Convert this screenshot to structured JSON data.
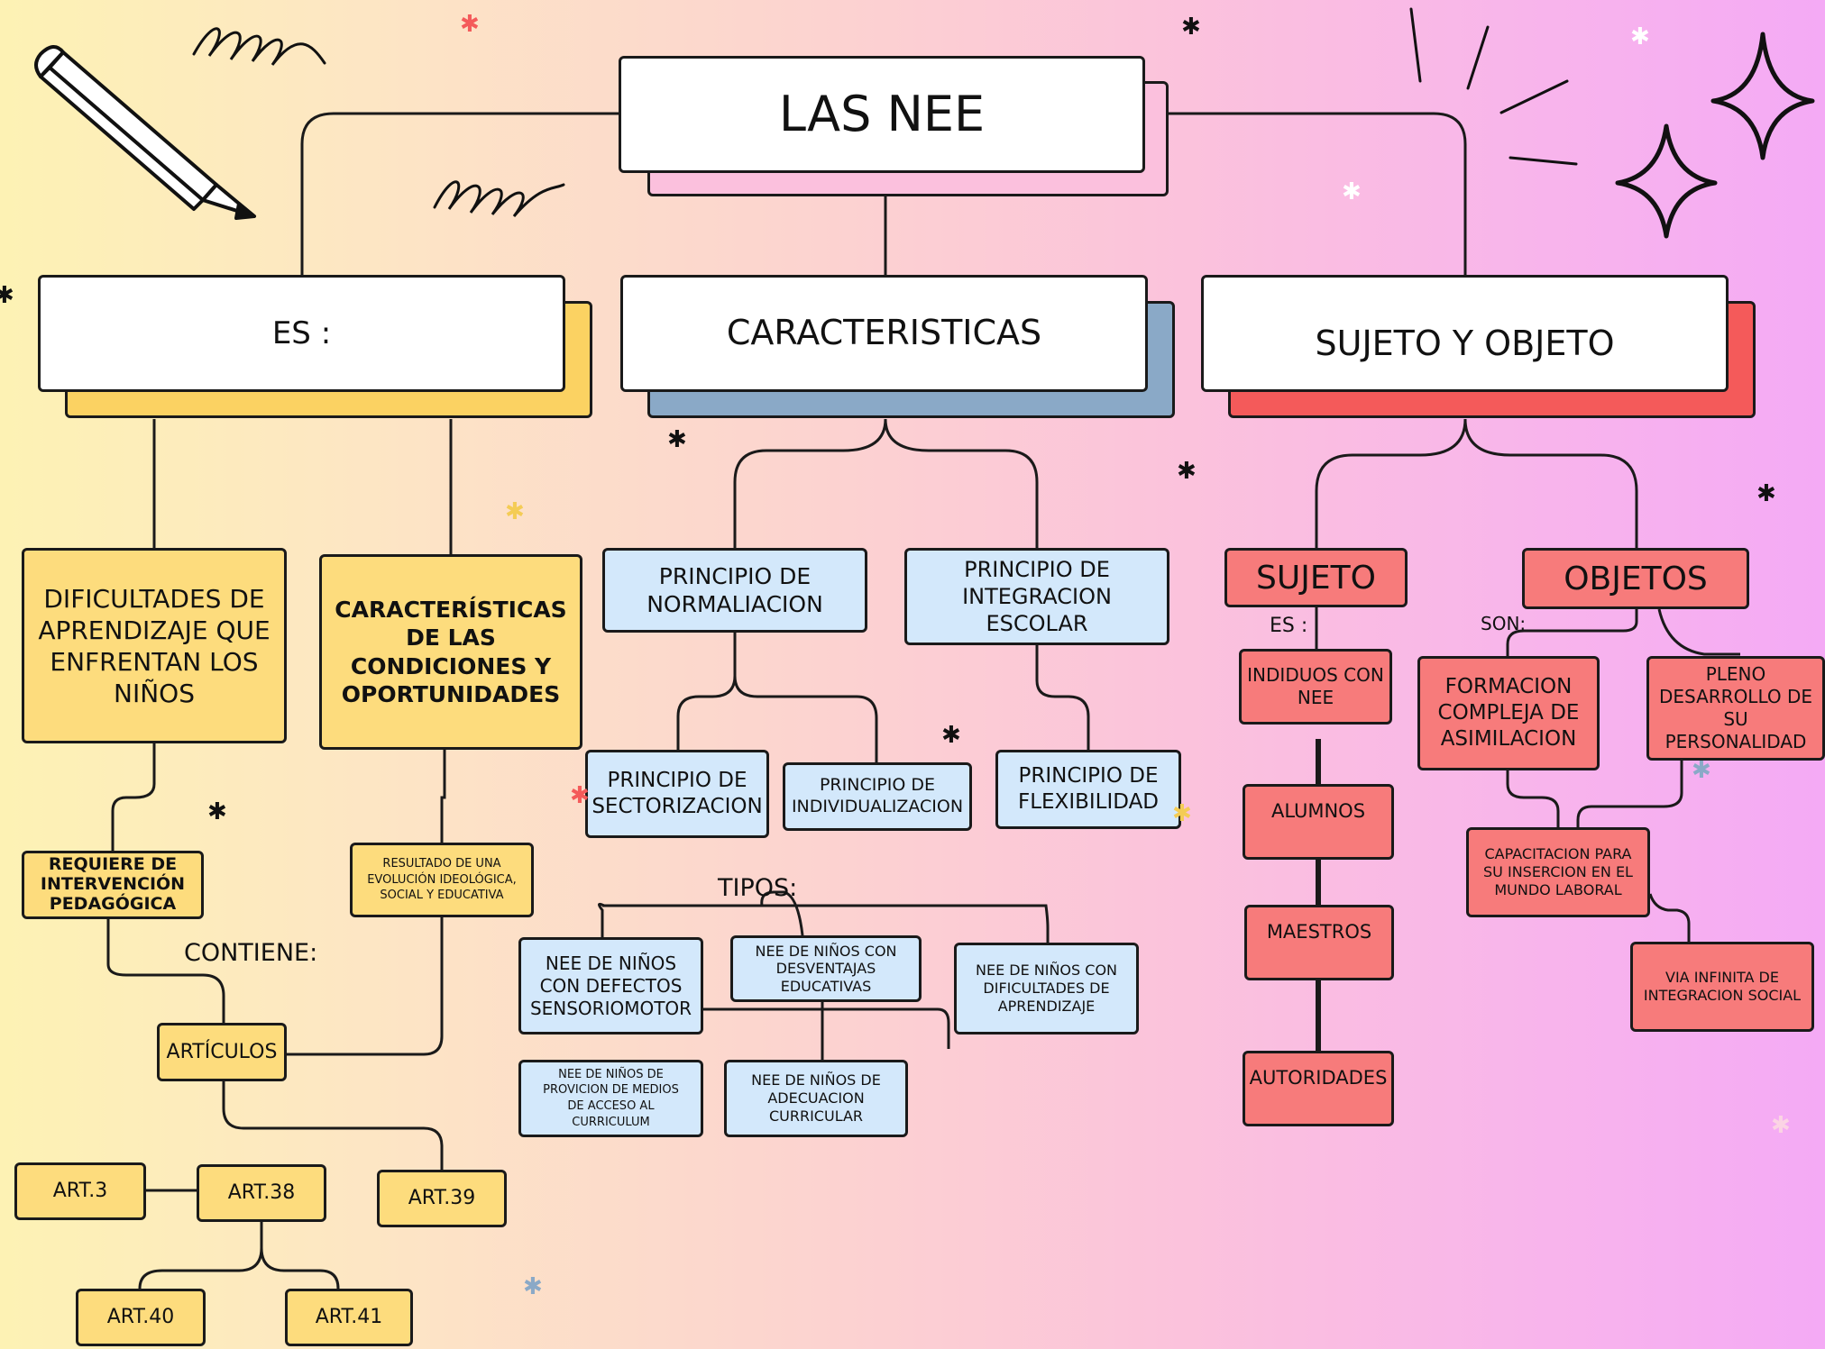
{
  "title": "LAS NEE",
  "branches": {
    "es": "ES :",
    "caracteristicas": "CARACTERISTICAS",
    "sujeto_objeto": "SUJETO Y OBJETO"
  },
  "es_branch": {
    "dificultades": "DIFICULTADES DE\nAPRENDIZAJE QUE\nENFRENTAN LOS\nNIÑOS",
    "condiciones": "CARACTERÍSTICAS\nDE LAS\nCONDICIONES Y\nOPORTUNIDADES",
    "intervencion": "REQUIERE DE\nINTERVENCIÓN\nPEDAGÓGICA",
    "resultado": "RESULTADO DE UNA\nEVOLUCIÓN IDEOLÓGICA,\nSOCIAL Y EDUCATIVA",
    "contiene": "CONTIENE:",
    "articulos": "ARTÍCULOS",
    "art3": "ART.3",
    "art38": "ART.38",
    "art39": "ART.39",
    "art40": "ART.40",
    "art41": "ART.41"
  },
  "car_branch": {
    "normalizacion": "PRINCIPIO DE\nNORMALIACION",
    "integracion": "PRINCIPIO DE\nINTEGRACION ESCOLAR",
    "sectorizacion": "PRINCIPIO DE\nSECTORIZACION",
    "individualizacion": "PRINCIPIO DE\nINDIVIDUALIZACION",
    "flexibilidad": "PRINCIPIO DE\nFLEXIBILIDAD",
    "tipos": "TIPOS:",
    "defectos": "NEE DE NIÑOS\nCON DEFECTOS\nSENSORIOMOTOR",
    "desventajas": "NEE DE NIÑOS CON\nDESVENTAJAS\nEDUCATIVAS",
    "dificultades": "NEE DE NIÑOS CON\nDIFICULTADES DE\nAPRENDIZAJE",
    "provicion": "NEE DE NIÑOS DE\nPROVICION DE MEDIOS\nDE ACCESO AL\nCURRICULUM",
    "adecuacion": "NEE DE NIÑOS DE\nADECUACION\nCURRICULAR"
  },
  "so_branch": {
    "sujeto": "SUJETO",
    "objetos": "OBJETOS",
    "es": "ES :",
    "son": "SON:",
    "individuos": "INDIDUOS CON\nNEE",
    "alumnos": "ALUMNOS",
    "maestros": "MAESTROS",
    "autoridades": "AUTORIDADES",
    "formacion": "FORMACION\nCOMPLEJA DE\nASIMILACION",
    "pleno": "PLENO\nDESARROLLO DE\nSU PERSONALIDAD",
    "capacitacion": "CAPACITACION PARA\nSU INSERCION EN EL\nMUNDO LABORAL",
    "via": "VIA INFINITA DE\nINTEGRACION SOCIAL"
  },
  "colors": {
    "yellow_shadow": "#fbd262",
    "blue_shadow": "#8aa9c7",
    "red_shadow": "#f45a5a",
    "pink_shadow": "#fbc0dd"
  }
}
